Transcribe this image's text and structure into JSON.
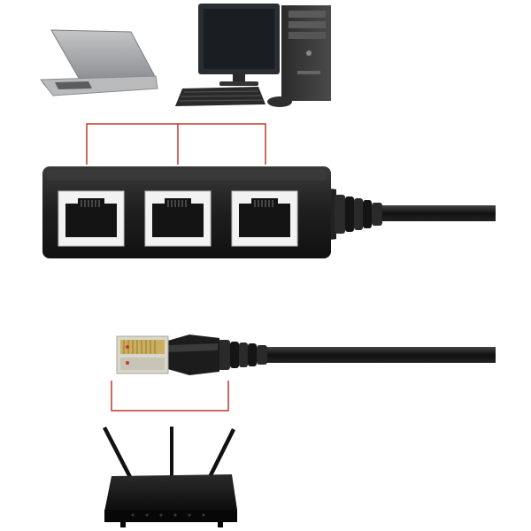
{
  "palette": {
    "background": "#ffffff",
    "connector_line": "#c0392b",
    "device_black": "#1c1c1c",
    "device_highlight": "#3a3a3a",
    "port_white": "#f2f2f2",
    "laptop_silver": "#a9abad",
    "monitor_screen": "#1f2328",
    "plug_clear": "#d9d6cc",
    "plug_gold": "#c9a84a"
  },
  "objects": {
    "laptop": "laptop-icon",
    "desktop": "desktop-computer-icon",
    "splitter": "ethernet-splitter",
    "plug": "rj45-plug",
    "router": "wifi-router-icon"
  },
  "splitter_ports": 3,
  "router_antennas": 3
}
